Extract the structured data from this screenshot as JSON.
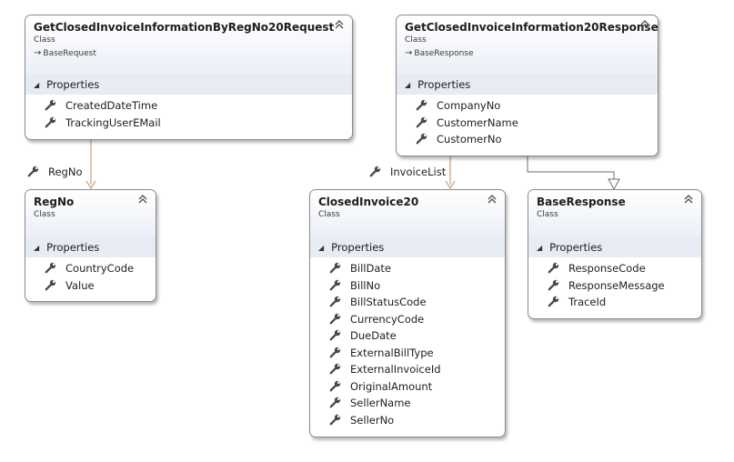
{
  "classes": [
    {
      "name": "GetClosedInvoiceInformationByRegNo20Request",
      "stereotype": "Class",
      "base": "BaseRequest",
      "section": "Properties",
      "properties": [
        "CreatedDateTime",
        "TrackingUserEMail"
      ]
    },
    {
      "name": "GetClosedInvoiceInformation20Response",
      "stereotype": "Class",
      "base": "BaseResponse",
      "section": "Properties",
      "properties": [
        "CompanyNo",
        "CustomerName",
        "CustomerNo"
      ]
    },
    {
      "name": "RegNo",
      "stereotype": "Class",
      "section": "Properties",
      "properties": [
        "CountryCode",
        "Value"
      ]
    },
    {
      "name": "ClosedInvoice20",
      "stereotype": "Class",
      "section": "Properties",
      "properties": [
        "BillDate",
        "BillNo",
        "BillStatusCode",
        "CurrencyCode",
        "DueDate",
        "ExternalBillType",
        "ExternalInvoiceId",
        "OriginalAmount",
        "SellerName",
        "SellerNo"
      ]
    },
    {
      "name": "BaseResponse",
      "stereotype": "Class",
      "section": "Properties",
      "properties": [
        "ResponseCode",
        "ResponseMessage",
        "TraceId"
      ]
    }
  ],
  "associations": [
    {
      "label": "RegNo",
      "from": "GetClosedInvoiceInformationByRegNo20Request",
      "to": "RegNo"
    },
    {
      "label": "InvoiceList",
      "from": "GetClosedInvoiceInformation20Response",
      "to": "ClosedInvoice20"
    }
  ],
  "inheritance": [
    {
      "from": "GetClosedInvoiceInformation20Response",
      "to": "BaseResponse"
    }
  ],
  "colors": {
    "association_line": "#c48a5a",
    "inheritance_line": "#6e6e6e",
    "header_gradient_end": "#ebeff7",
    "section_bg": "#e6ebf4"
  },
  "icons": {
    "property": "wrench-icon",
    "collapse": "double-chevron-up-icon",
    "section_toggle": "triangle-down-icon",
    "base_arrow": "arrow-right-icon"
  }
}
